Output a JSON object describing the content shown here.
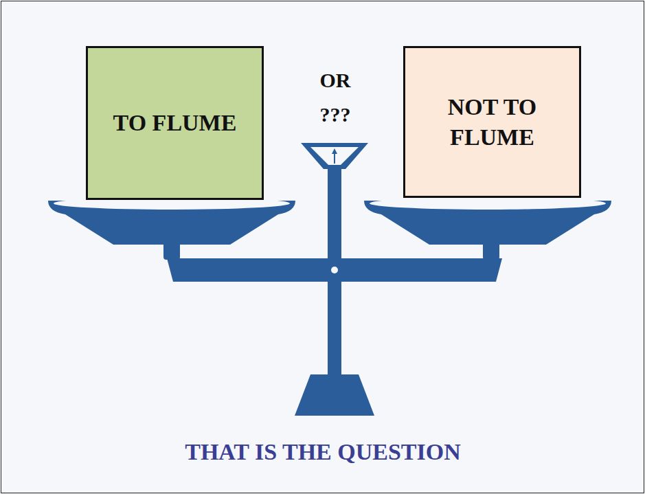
{
  "diagram": {
    "caption": "THAT IS THE QUESTION",
    "nodes": [
      {
        "text": [
          "TO FLUME"
        ]
      },
      {
        "text": [
          "NOT TO FLUME"
        ]
      }
    ],
    "labels": [
      "OR ???"
    ]
  }
}
